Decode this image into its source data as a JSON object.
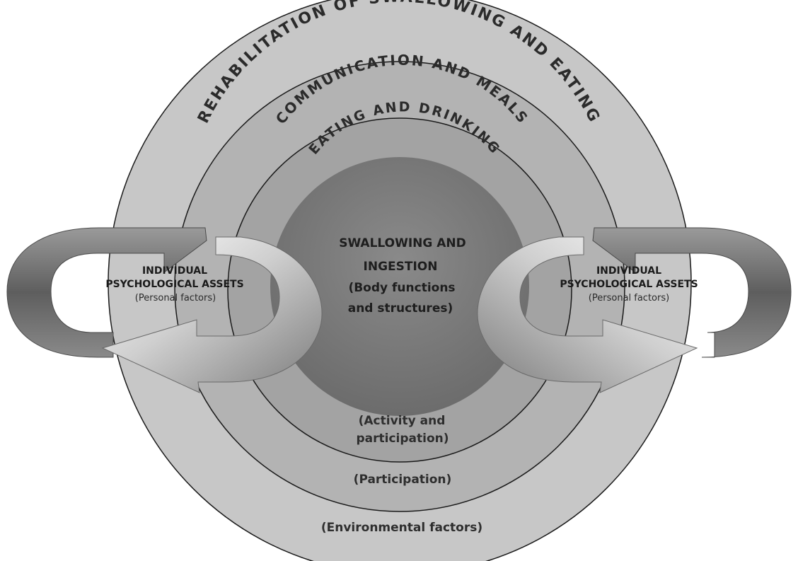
{
  "rings": {
    "outer": {
      "title": "REHABILITATION OF SWALLOWING AND EATING",
      "caption": "(Environmental factors)"
    },
    "second": {
      "title": "COMMUNICATION AND MEALS",
      "caption": "(Participation)"
    },
    "third": {
      "title": "EATING AND DRINKING",
      "caption_line1": "(Activity and",
      "caption_line2": "participation)"
    },
    "center": {
      "line1": "SWALLOWING AND",
      "line2": "INGESTION",
      "line3": "(Body functions",
      "line4": "and structures)"
    }
  },
  "left_assets": {
    "line1": "INDIVIDUAL",
    "line2": "PSYCHOLOGICAL ASSETS",
    "subtitle": "(Personal factors)"
  },
  "right_assets": {
    "line1": "INDIVIDUAL",
    "line2": "PSYCHOLOGICAL ASSETS",
    "subtitle": "(Personal factors)"
  },
  "colors": {
    "outer_ring": "#c7c7c7",
    "second_ring": "#b3b3b3",
    "third_ring": "#a3a3a3",
    "center": "#777777",
    "ring_stroke": "#1a1a1a",
    "arrow_light": "#f2f2f2",
    "arrow_dark": "#6a6a6a"
  }
}
